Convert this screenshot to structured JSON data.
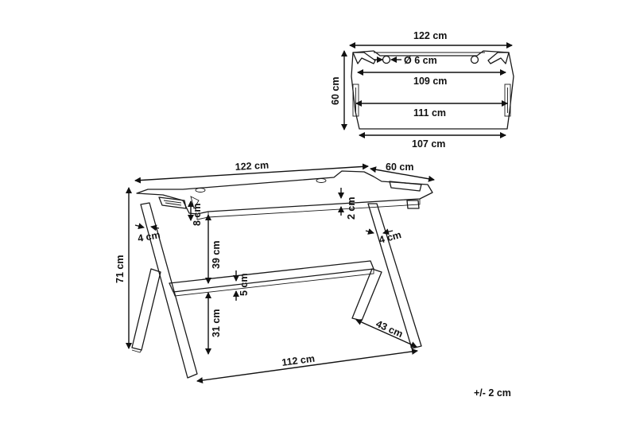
{
  "top_view": {
    "width": "122 cm",
    "hole": "Ø 6 cm",
    "inner_width": "109 cm",
    "middle_width": "111 cm",
    "front_width": "107 cm",
    "depth": "60 cm"
  },
  "side_view": {
    "width": "122 cm",
    "depth": "60 cm",
    "top_thickness": "2 cm",
    "hook_height": "8 cm",
    "leg_width_left": "4 cm",
    "leg_width_right": "4 cm",
    "height": "71 cm",
    "crossbar_upper": "39 cm",
    "crossbar_thickness": "5 cm",
    "crossbar_lower": "31 cm",
    "foot_length": "43 cm",
    "base_width": "112 cm"
  },
  "tolerance": "+/- 2 cm"
}
